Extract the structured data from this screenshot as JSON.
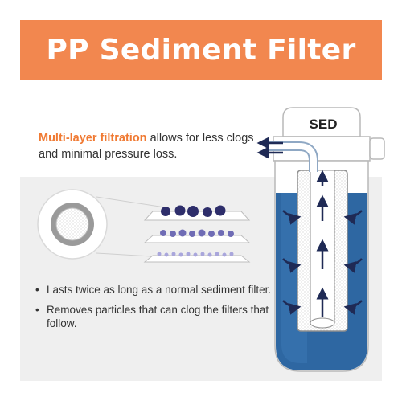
{
  "title": "PP Sediment Filter",
  "tagline": {
    "highlight": "Multi-layer filtration",
    "rest": " allows for less clogs and minimal pressure loss."
  },
  "bullets": [
    "Lasts twice as long as a normal sediment filter.",
    "Removes particles that can clog the filters that follow."
  ],
  "housing_label": "SED",
  "colors": {
    "banner": "#f2874f",
    "accent_text": "#f07a33",
    "water": "#2e67a2",
    "particles_dark": "#2e2e6b",
    "particles_mid": "#6f6cb5",
    "particles_light": "#a9a6dc"
  }
}
